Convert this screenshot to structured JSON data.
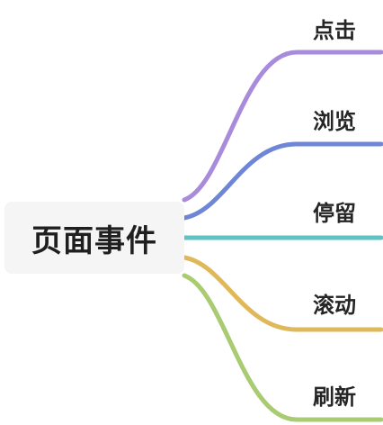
{
  "mindmap": {
    "root": {
      "label": "页面事件"
    },
    "branches": [
      {
        "label": "点击",
        "color": "#a98bdc"
      },
      {
        "label": "浏览",
        "color": "#6f86d6"
      },
      {
        "label": "停留",
        "color": "#5fc3c3"
      },
      {
        "label": "滚动",
        "color": "#dfb85a"
      },
      {
        "label": "刷新",
        "color": "#a9cb72"
      }
    ]
  }
}
